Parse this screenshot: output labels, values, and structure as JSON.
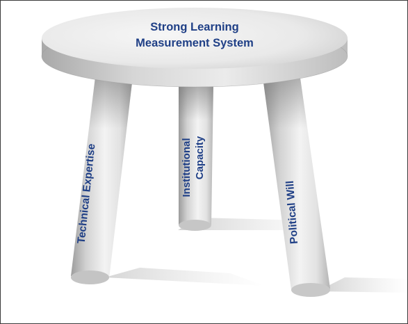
{
  "seat": {
    "line1": "Strong Learning",
    "line2": "Measurement System"
  },
  "legs": {
    "left": "Technical Expertise",
    "middle_line1": "Institutional",
    "middle_line2": "Capacity",
    "right": "Political Will"
  },
  "colors": {
    "label_text": "#1f3f86",
    "frame_border": "#3a3a3a"
  }
}
